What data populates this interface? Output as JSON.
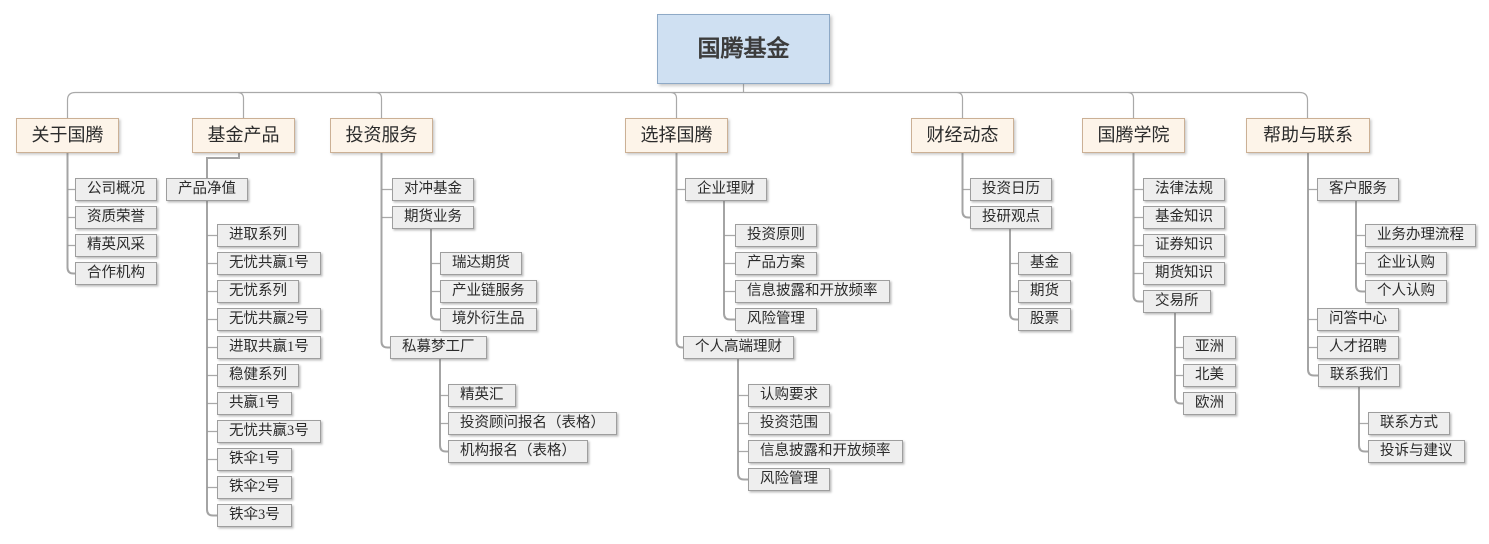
{
  "root": {
    "label": "国腾基金"
  },
  "branches": [
    {
      "label": "关于国腾",
      "children": [
        {
          "label": "公司概况"
        },
        {
          "label": "资质荣誉"
        },
        {
          "label": "精英风采"
        },
        {
          "label": "合作机构"
        }
      ]
    },
    {
      "label": "基金产品",
      "children": [
        {
          "label": "产品净值",
          "children": [
            {
              "label": "进取系列"
            },
            {
              "label": "无忧共赢1号"
            },
            {
              "label": "无忧系列"
            },
            {
              "label": "无忧共赢2号"
            },
            {
              "label": "进取共赢1号"
            },
            {
              "label": "稳健系列"
            },
            {
              "label": "共赢1号"
            },
            {
              "label": "无忧共赢3号"
            },
            {
              "label": "铁伞1号"
            },
            {
              "label": "铁伞2号"
            },
            {
              "label": "铁伞3号"
            }
          ]
        }
      ]
    },
    {
      "label": "投资服务",
      "children": [
        {
          "label": "对冲基金"
        },
        {
          "label": "期货业务",
          "children": [
            {
              "label": "瑞达期货"
            },
            {
              "label": "产业链服务"
            },
            {
              "label": "境外衍生品"
            }
          ]
        },
        {
          "label": "私募梦工厂",
          "children": [
            {
              "label": "精英汇"
            },
            {
              "label": "投资顾问报名（表格）"
            },
            {
              "label": "机构报名（表格）"
            }
          ]
        }
      ]
    },
    {
      "label": "选择国腾",
      "children": [
        {
          "label": "企业理财",
          "children": [
            {
              "label": "投资原则"
            },
            {
              "label": "产品方案"
            },
            {
              "label": "信息披露和开放频率"
            },
            {
              "label": "风险管理"
            }
          ]
        },
        {
          "label": "个人高端理财",
          "children": [
            {
              "label": "认购要求"
            },
            {
              "label": "投资范围"
            },
            {
              "label": "信息披露和开放频率"
            },
            {
              "label": "风险管理"
            }
          ]
        }
      ]
    },
    {
      "label": "财经动态",
      "children": [
        {
          "label": "投资日历"
        },
        {
          "label": "投研观点",
          "children": [
            {
              "label": "基金"
            },
            {
              "label": "期货"
            },
            {
              "label": "股票"
            }
          ]
        }
      ]
    },
    {
      "label": "国腾学院",
      "children": [
        {
          "label": "法律法规"
        },
        {
          "label": "基金知识"
        },
        {
          "label": "证券知识"
        },
        {
          "label": "期货知识"
        },
        {
          "label": "交易所",
          "children": [
            {
              "label": "亚洲"
            },
            {
              "label": "北美"
            },
            {
              "label": "欧洲"
            }
          ]
        }
      ]
    },
    {
      "label": "帮助与联系",
      "children": [
        {
          "label": "客户服务",
          "children": [
            {
              "label": "业务办理流程"
            },
            {
              "label": "企业认购"
            },
            {
              "label": "个人认购"
            }
          ]
        },
        {
          "label": "问答中心"
        },
        {
          "label": "人才招聘"
        },
        {
          "label": "联系我们",
          "children": [
            {
              "label": "联系方式"
            },
            {
              "label": "投诉与建议"
            }
          ]
        }
      ]
    }
  ],
  "colors": {
    "root_fill": "#cfe0f2",
    "root_border": "#8ea9c6",
    "branch_fill": "#fdf4e9",
    "branch_border": "#cbb095",
    "node_fill": "#eeeeee",
    "node_border": "#9e9e9e",
    "line": "#9a9a9a",
    "text": "#2b2b2b"
  }
}
